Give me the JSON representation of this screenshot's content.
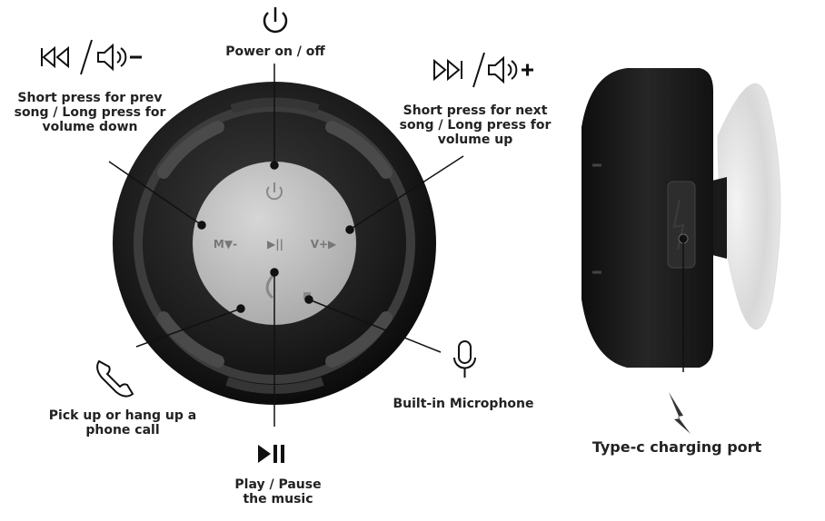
{
  "labels": {
    "power": "Power on / off",
    "prev": "Short press for prev song / Long press for volume down",
    "next": "Short press for next song / Long press for volume up",
    "call": "Pick up or hang up a phone call",
    "mic": "Built-in Microphone",
    "play": "Play / Pause the music",
    "charging": "Type-c charging port"
  },
  "device_face": {
    "left_key": "M▼-",
    "middle_key": "▶||",
    "right_key": "V+▶"
  },
  "icons": {
    "power": "power-icon",
    "prev": "prev-track-icon",
    "volume_down": "volume-down-icon",
    "next": "next-track-icon",
    "volume_up": "volume-up-icon",
    "phone": "phone-icon",
    "mic": "microphone-icon",
    "play_pause": "play-pause-icon",
    "lightning": "lightning-icon"
  },
  "colors": {
    "device": "#1b1b1b",
    "face": "#c9c9c9",
    "text": "#222222"
  }
}
